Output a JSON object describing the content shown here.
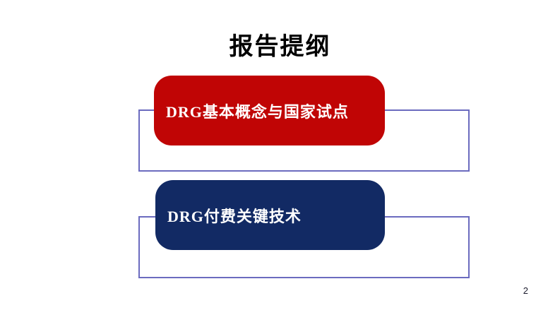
{
  "slide": {
    "title": "报告提纲",
    "page_number": "2",
    "agenda_items": [
      {
        "label": "DRG基本概念与国家试点",
        "fill_color": "#c00505",
        "text_color": "#ffffff"
      },
      {
        "label": "DRG付费关键技术",
        "fill_color": "#122a64",
        "text_color": "#ffffff"
      }
    ],
    "outline_border_color": "#6b6bbf",
    "background_color": "#ffffff",
    "title_color": "#000000"
  }
}
